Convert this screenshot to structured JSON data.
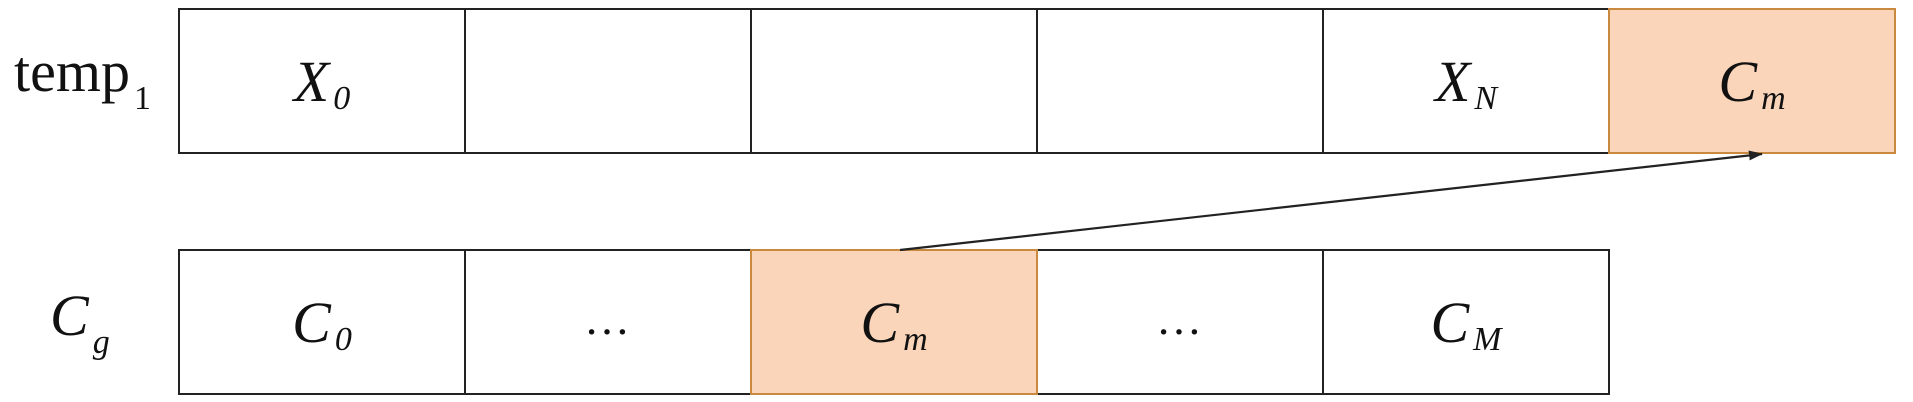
{
  "rows": [
    {
      "label": "temp",
      "label_sub": "1",
      "cells": [
        {
          "main": "X",
          "sub": "0",
          "highlight": false
        },
        {
          "main": "",
          "sub": "",
          "highlight": false
        },
        {
          "main": "",
          "sub": "",
          "highlight": false
        },
        {
          "main": "",
          "sub": "",
          "highlight": false
        },
        {
          "main": "X",
          "sub": "N",
          "highlight": false
        },
        {
          "main": "C",
          "sub": "m",
          "highlight": true
        }
      ]
    },
    {
      "label": "C",
      "label_sub": "g",
      "cells": [
        {
          "main": "C",
          "sub": "0",
          "highlight": false
        },
        {
          "main": "…",
          "sub": "",
          "highlight": false
        },
        {
          "main": "C",
          "sub": "m",
          "highlight": true
        },
        {
          "main": "…",
          "sub": "",
          "highlight": false
        },
        {
          "main": "C",
          "sub": "M",
          "highlight": false
        }
      ]
    }
  ],
  "colors": {
    "highlight_fill": "#fbd5b9",
    "highlight_border": "#c9893e",
    "border": "#222222"
  }
}
